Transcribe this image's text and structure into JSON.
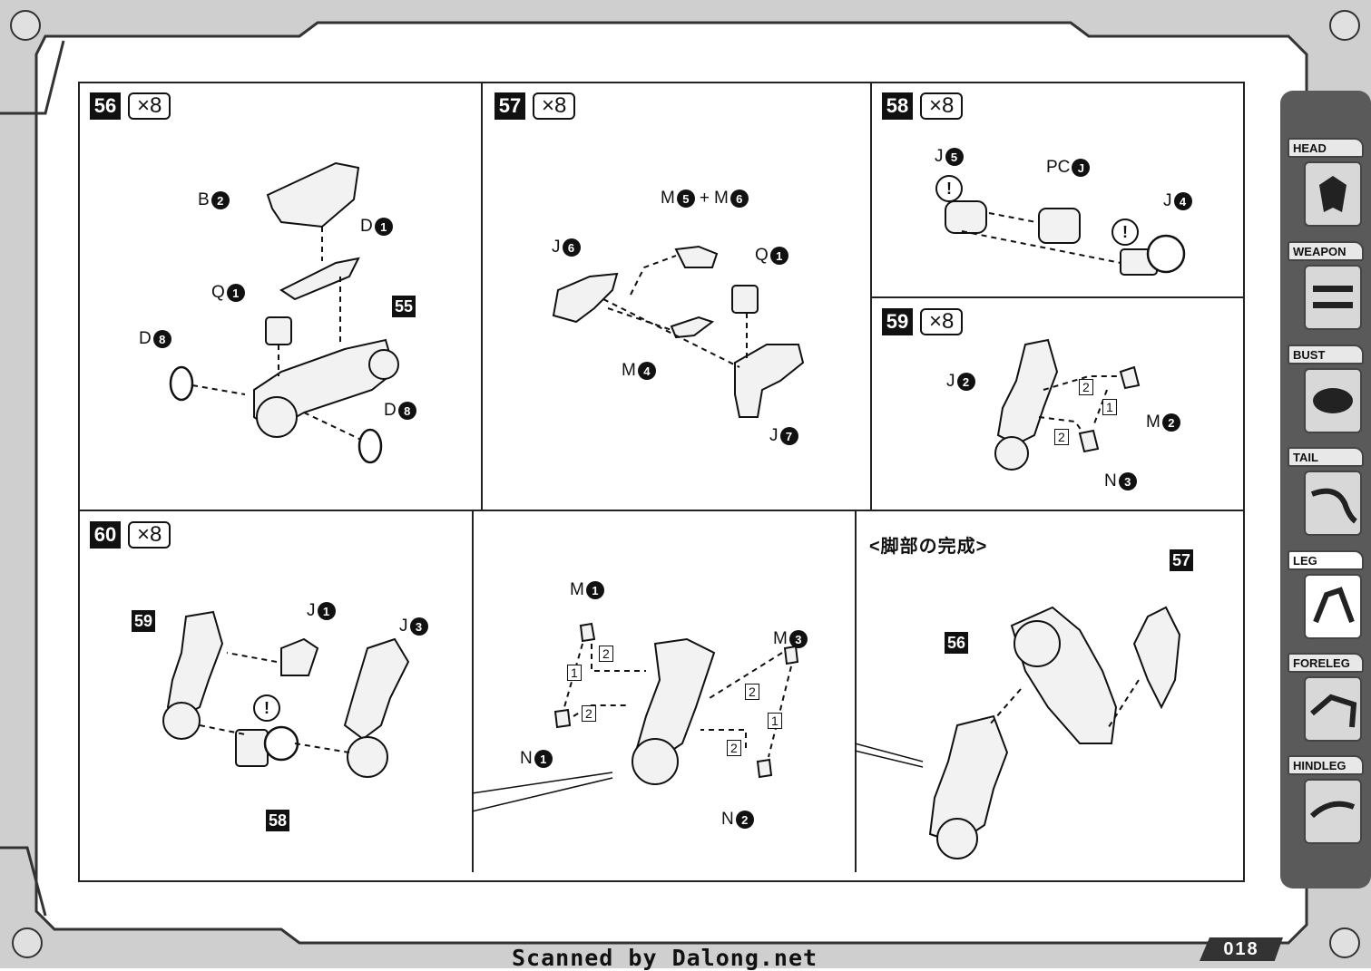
{
  "steps": [
    {
      "number": "56",
      "qty": "×8"
    },
    {
      "number": "57",
      "qty": "×8"
    },
    {
      "number": "58",
      "qty": "×8"
    },
    {
      "number": "59",
      "qty": "×8"
    },
    {
      "number": "60",
      "qty": "×8"
    }
  ],
  "step56": {
    "labels": {
      "b2_letter": "B",
      "b2_num": "2",
      "d1_letter": "D",
      "d1_num": "1",
      "q1_letter": "Q",
      "q1_num": "1",
      "d8a_letter": "D",
      "d8a_num": "8",
      "d8b_letter": "D",
      "d8b_num": "8"
    },
    "ref": "55"
  },
  "step57": {
    "labels": {
      "m5_letter": "M",
      "m5_num": "5",
      "plus": "+",
      "m6_letter": "M",
      "m6_num": "6",
      "j6_letter": "J",
      "j6_num": "6",
      "q1_letter": "Q",
      "q1_num": "1",
      "m4_letter": "M",
      "m4_num": "4",
      "j7_letter": "J",
      "j7_num": "7"
    }
  },
  "step58": {
    "labels": {
      "j5_letter": "J",
      "j5_num": "5",
      "pcj_letter": "PC",
      "pcj_num": "J",
      "j4_letter": "J",
      "j4_num": "4"
    },
    "caution": "!"
  },
  "step59": {
    "labels": {
      "j2_letter": "J",
      "j2_num": "2",
      "m2_letter": "M",
      "m2_num": "2",
      "n3_letter": "N",
      "n3_num": "3"
    },
    "seq": [
      "2",
      "1",
      "2"
    ]
  },
  "step60": {
    "refs": {
      "r59": "59",
      "r58": "58"
    },
    "labels": {
      "j1_letter": "J",
      "j1_num": "1",
      "j3_letter": "J",
      "j3_num": "3"
    },
    "caution": "!"
  },
  "detail": {
    "labels": {
      "m1_letter": "M",
      "m1_num": "1",
      "n1_letter": "N",
      "n1_num": "1",
      "m3_letter": "M",
      "m3_num": "3",
      "n2_letter": "N",
      "n2_num": "2"
    },
    "seq_left": [
      "2",
      "1",
      "2"
    ],
    "seq_right": [
      "2",
      "1",
      "2"
    ]
  },
  "completion": {
    "title": "<脚部の完成>",
    "refs": {
      "r57": "57",
      "r56": "56"
    }
  },
  "sidebar": {
    "tabs": [
      {
        "label": "HEAD",
        "icon": "head-icon"
      },
      {
        "label": "WEAPON",
        "icon": "weapon-icon"
      },
      {
        "label": "BUST",
        "icon": "bust-icon"
      },
      {
        "label": "TAIL",
        "icon": "tail-icon"
      },
      {
        "label": "LEG",
        "icon": "leg-icon",
        "active": true
      },
      {
        "label": "FORELEG",
        "icon": "foreleg-icon"
      },
      {
        "label": "HINDLEG",
        "icon": "hindleg-icon"
      }
    ]
  },
  "page_number": "018",
  "footer": "Scanned by Dalong.net"
}
